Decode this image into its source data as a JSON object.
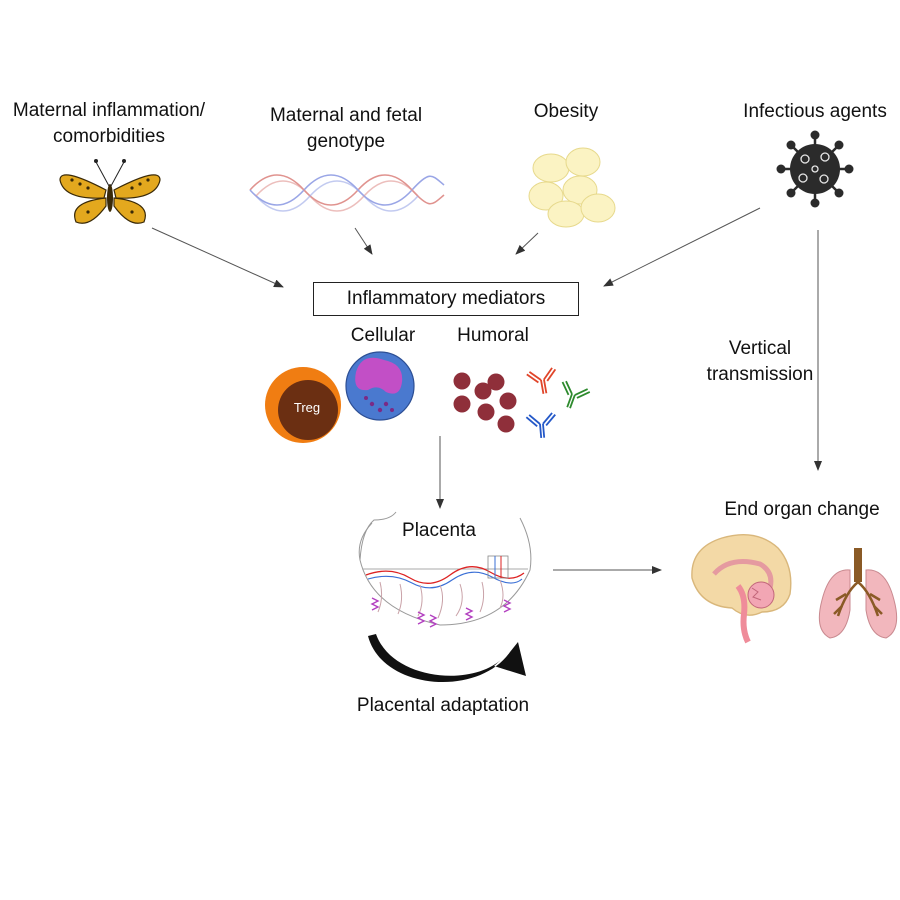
{
  "labels": {
    "maternal_inflammation": "Maternal inflammation/",
    "comorbidities": "comorbidities",
    "genotype_line1": "Maternal and fetal",
    "genotype_line2": "genotype",
    "obesity": "Obesity",
    "infectious_agents": "Infectious agents",
    "inflammatory_mediators": "Inflammatory mediators",
    "cellular": "Cellular",
    "humoral": "Humoral",
    "treg": "Treg",
    "vertical_line1": "Vertical",
    "vertical_line2": "transmission",
    "placenta": "Placenta",
    "placental_adaptation": "Placental adaptation",
    "end_organ_change": "End organ change"
  },
  "icons": {
    "maternal_inflammation": "butterfly-icon",
    "genotype": "dna-double-helix-icon",
    "obesity": "adipocyte-cluster-icon",
    "infectious_agents": "virus-icon",
    "cellular_treg": "treg-cell-icon",
    "cellular_other": "neutrophil-cell-icon",
    "humoral_cytokines": "cytokine-particles-icon",
    "humoral_antibodies": "antibody-icon",
    "placenta": "placenta-icon",
    "adaptation": "circular-arrow-icon",
    "brain": "brain-icon",
    "lungs": "lungs-icon"
  },
  "colors": {
    "butterfly": "#e3a81e",
    "adipocyte": "#fbf3c3",
    "virus": "#2b2b2b",
    "treg_outer": "#f07d12",
    "treg_inner": "#6b2f12",
    "cell_blue": "#4a79cf",
    "cell_nucleus": "#c24fc6",
    "cytokine": "#8f2f3a",
    "antibody_red": "#e0452a",
    "antibody_green": "#2d8a2d",
    "antibody_blue": "#2458c8",
    "dna_red": "#e0938f",
    "dna_blue": "#9aa6e6",
    "brain": "#f3d9a6",
    "lung": "#f2b7bd",
    "bronchi": "#8a5a26"
  }
}
